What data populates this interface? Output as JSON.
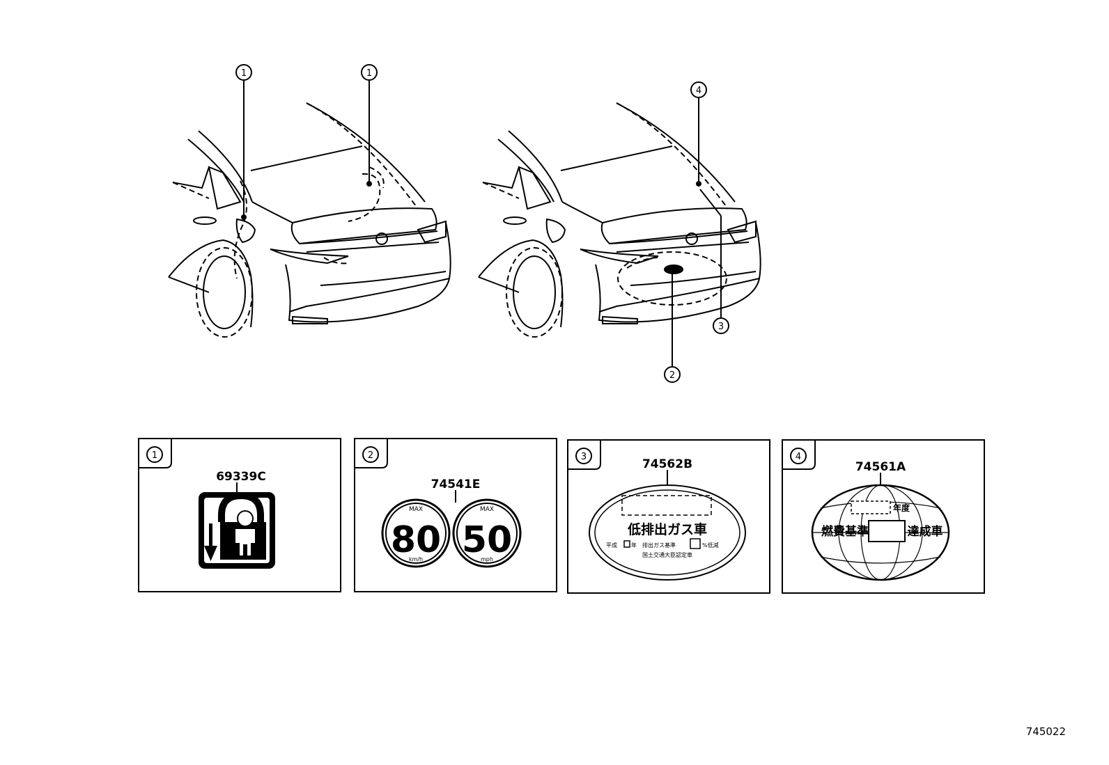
{
  "callouts": {
    "car1_top_left": "1",
    "car1_top_right": "1",
    "car2_top": "4",
    "car2_right": "3",
    "car2_bottom": "2"
  },
  "labels": [
    {
      "index": "1",
      "part_number": "69339C"
    },
    {
      "index": "2",
      "part_number": "74541E"
    },
    {
      "index": "3",
      "part_number": "74562B"
    },
    {
      "index": "4",
      "part_number": "74561A"
    }
  ],
  "speed_label": {
    "kmh_max": "MAX",
    "kmh_value": "80",
    "kmh_unit": "km/h",
    "mph_max": "MAX",
    "mph_value": "50",
    "mph_unit": "mph"
  },
  "emission_label": {
    "main": "低排出ガス車",
    "line2_a": "平成",
    "line2_b": "年",
    "line2_c": "排出ガス基準",
    "line2_d": "%低減",
    "line3": "国土交通大臣認定車"
  },
  "fuel_label": {
    "year": "年度",
    "left": "燃費基準",
    "right": "達成車"
  },
  "diagram_code": "745022"
}
